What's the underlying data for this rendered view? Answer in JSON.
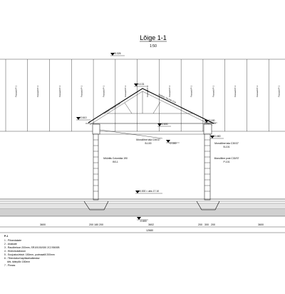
{
  "sheet": {
    "title": "Lõige 1-1",
    "scale": "1:50"
  },
  "facade": {
    "panel_label": "Fasaadi P-1",
    "panel_count": 13
  },
  "levels": {
    "top": "+5.326",
    "ridge": "+4.131",
    "eave_left": "+2.610",
    "mid": "+2.600",
    "eave_right": "+3.180",
    "wall_right": "+2.460",
    "beam": "+2.300",
    "floor": "±0.000 = abs 17.10",
    "ground": "-0.600"
  },
  "annotations": {
    "roof_left": "Sarikas 75x200 C24",
    "roof_right": "Sarikas 75x200 C24",
    "beam_left": "Monoliitne tala C30/37",
    "beam_left_id": "B-100",
    "beam_right": "Monoliitne tala C30/37",
    "beam_right_id": "B-101",
    "wall_left": "Müüritis Columbia 190",
    "wall_left_id": "BS-1",
    "wall_right": "Monoliitne post C30/37",
    "wall_right_id": "P-101"
  },
  "dimensions": {
    "segments": [
      "3600",
      "200",
      "180",
      "200",
      "3602",
      "200",
      "300",
      "200",
      "3600"
    ],
    "total": "12680"
  },
  "legend": {
    "heading": "P-1",
    "items": [
      "1 - Põrandakate",
      "2 - Aluskate",
      "3 - Raudbetoon 200mm, SR10/150/150 2C2 B500B",
      "4 - Hüdroisolatsioon",
      "5 - Soojustus/ekstr. 150mm, purimaatill 200mm",
      "6 - Tihendatud kapillaarkatkestav",
      "kiht, täitepõlv 150mm",
      "7 - Pinnas"
    ]
  }
}
